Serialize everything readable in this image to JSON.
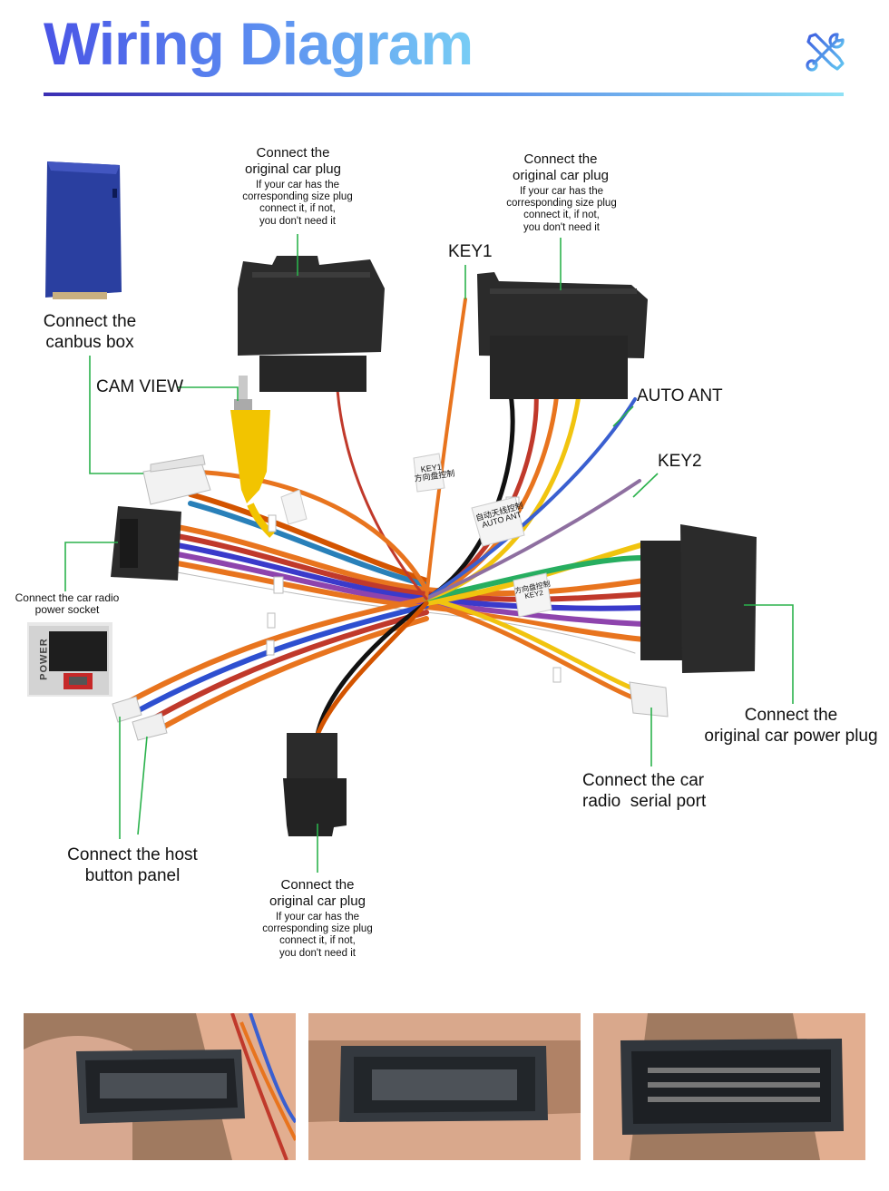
{
  "header": {
    "title": "Wiring Diagram",
    "icon": "tools-icon",
    "accent_color": "#4a55e6"
  },
  "labels": {
    "canbus": "Connect the\ncanbus box",
    "cam_view": "CAM VIEW",
    "plug_top_left": {
      "title": "Connect the\noriginal car plug",
      "note": "If your car has the\ncorresponding size plug\nconnect it, if not,\nyou don't need it"
    },
    "plug_top_right": {
      "title": "Connect the\noriginal car plug",
      "note": "If your car has the\ncorresponding size plug\nconnect it, if not,\nyou don't need it"
    },
    "plug_bottom": {
      "title": "Connect the\noriginal car plug",
      "note": "If your car has the\ncorresponding size plug\nconnect it, if not,\nyou don't need it"
    },
    "key1": "KEY1",
    "auto_ant": "AUTO ANT",
    "key2": "KEY2",
    "radio_power": "Connect the car radio\npower socket",
    "power_plug": "Connect the\noriginal car power plug",
    "serial_port": "Connect the car\nradio  serial port",
    "button_panel": "Connect the host\nbutton panel"
  },
  "socket_markings": {
    "power": "POWER"
  },
  "wire_tags": {
    "key1_tag": "KEY1\n方向盘控制",
    "auto_ant_tag": "自动天线控制\nAUTO ANT",
    "key2_tag": "方向盘控制\nKEY2"
  },
  "colors": {
    "leader_line": "#2bb24c",
    "connector": "#2b2b2b",
    "canbus_box": "#2a3fa0",
    "rca_yellow": "#f2c400"
  }
}
